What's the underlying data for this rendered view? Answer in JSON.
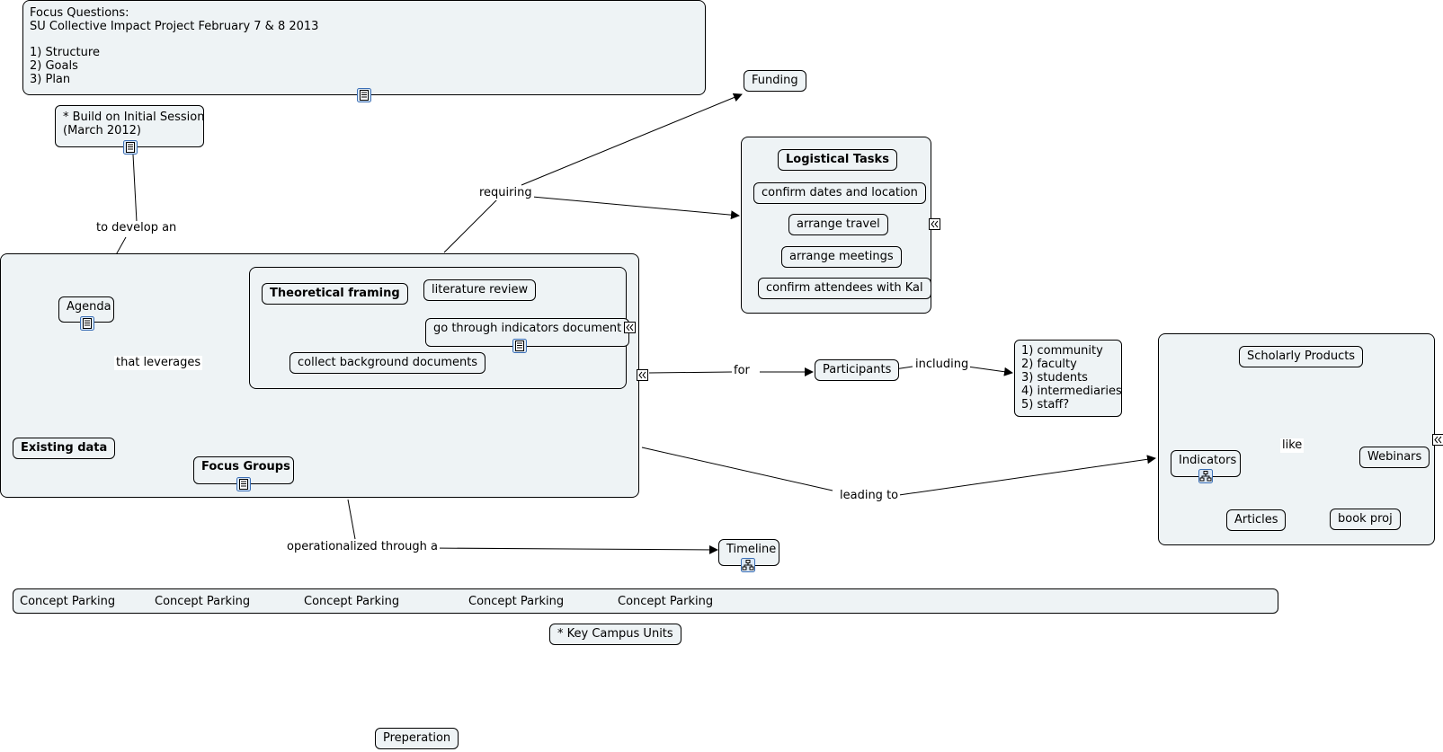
{
  "focus": {
    "heading": "Focus Questions:",
    "subtitle": "SU Collective Impact Project February 7 & 8 2013",
    "items": [
      "1) Structure",
      "2) Goals",
      "3) Plan"
    ]
  },
  "nodes": {
    "build_session": "* Build on Initial Session\n(March 2012)",
    "funding": "Funding",
    "logistical_tasks": "Logistical Tasks",
    "confirm_dates": "confirm dates and location",
    "arrange_travel": "arrange travel",
    "arrange_meetings": "arrange meetings",
    "confirm_attendees": "confirm attendees with Kal",
    "agenda": "Agenda",
    "theoretical_framing": "Theoretical framing",
    "literature_review": "literature review",
    "indicators_document": "go through indicators document",
    "background_documents": "collect background documents",
    "existing_data": "Existing data",
    "focus_groups": "Focus Groups",
    "participants": "Participants",
    "participant_list": "1) community\n2) faculty\n3) students\n4) intermediaries\n5) staff?",
    "scholarly_products": "Scholarly Products",
    "indicators": "Indicators",
    "webinars": "Webinars",
    "articles": "Articles",
    "book_proj": "book proj",
    "timeline": "Timeline",
    "key_campus_units": "* Key Campus Units",
    "preperation": "Preperation"
  },
  "linking_phrases": {
    "to_develop_an": "to develop an",
    "requiring": "requiring",
    "that_leverages": "that leverages",
    "for": "for",
    "including": "including",
    "like": "like",
    "leading_to": "leading to",
    "operationalized_through_a": "operationalized through a"
  },
  "concept_parking": [
    "Concept Parking",
    "Concept Parking",
    "Concept Parking",
    "Concept Parking",
    "Concept Parking"
  ],
  "icons": [
    "document-icon",
    "hierarchy-icon",
    "collapse-icon"
  ],
  "colors": {
    "node_fill": "#eef3f5",
    "border": "#000000",
    "icon_accent": "#3b6fb6",
    "background": "#ffffff"
  }
}
